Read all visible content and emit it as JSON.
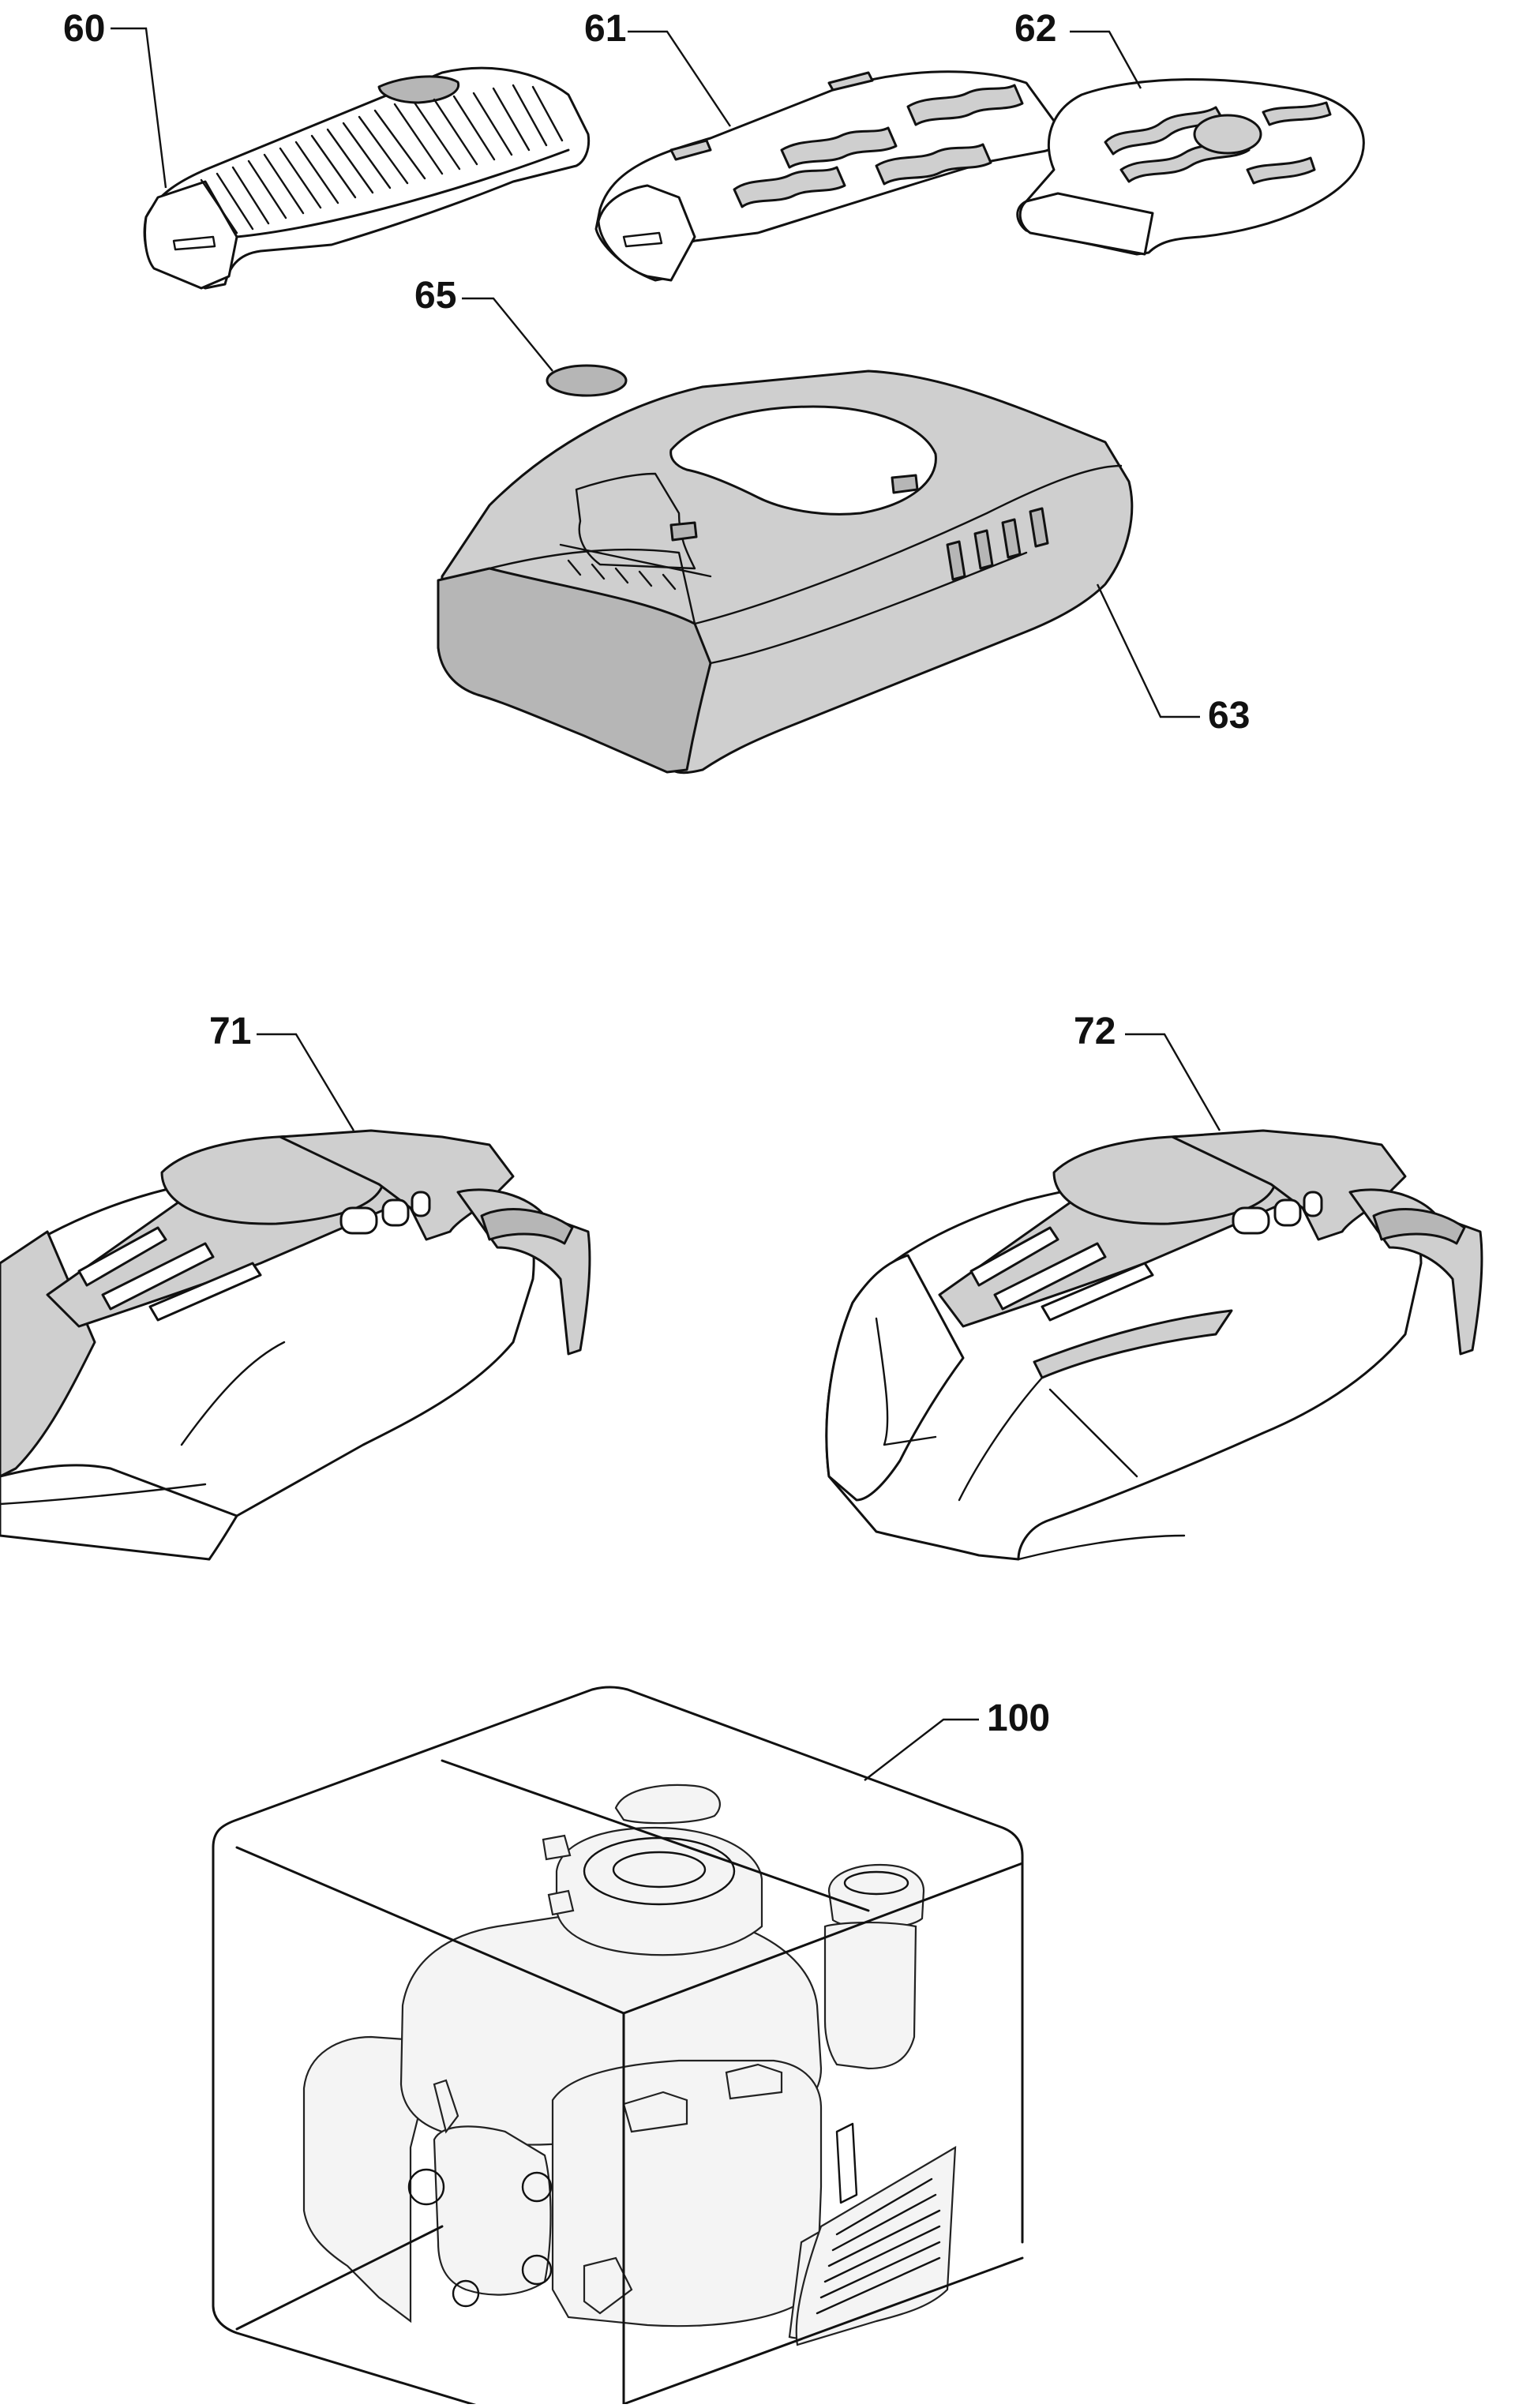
{
  "diagram": {
    "colors": {
      "ink": "#111111",
      "part_fill": "#ffffff",
      "part_shaded": "#cfcfcf",
      "part_dark": "#b6b6b6"
    },
    "parts": [
      {
        "id": "60",
        "label": "60"
      },
      {
        "id": "61",
        "label": "61"
      },
      {
        "id": "62",
        "label": "62"
      },
      {
        "id": "65",
        "label": "65"
      },
      {
        "id": "63",
        "label": "63"
      },
      {
        "id": "71",
        "label": "71"
      },
      {
        "id": "72",
        "label": "72"
      },
      {
        "id": "100",
        "label": "100"
      }
    ]
  }
}
